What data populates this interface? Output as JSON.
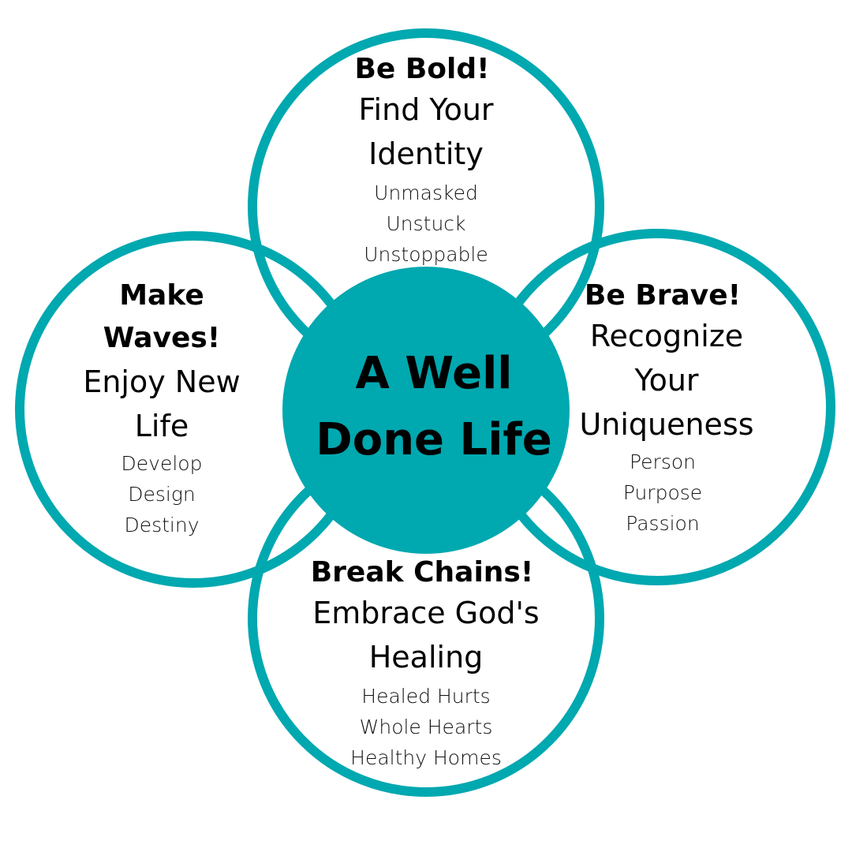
{
  "colors": {
    "teal": "#00a8b0",
    "background": "#ffffff",
    "text": "#000000"
  },
  "center": {
    "line1": "A Well",
    "line2": "Done Life"
  },
  "top": {
    "heading": "Be Bold!",
    "subtitle1": "Find Your",
    "subtitle2": "Identity",
    "items": [
      "Unmasked",
      "Unstuck",
      "Unstoppable"
    ]
  },
  "right": {
    "heading": "Be Brave!",
    "subtitle1": "Recognize",
    "subtitle2": "Your",
    "subtitle3": "Uniqueness",
    "items": [
      "Person",
      "Purpose",
      "Passion"
    ]
  },
  "bottom": {
    "heading": "Break Chains!",
    "subtitle1": "Embrace God's",
    "subtitle2": "Healing",
    "items": [
      "Healed Hurts",
      "Whole Hearts",
      "Healthy Homes"
    ]
  },
  "left": {
    "heading1": "Make",
    "heading2": "Waves!",
    "subtitle1": "Enjoy New",
    "subtitle2": "Life",
    "items": [
      "Develop",
      "Design",
      "Destiny"
    ]
  }
}
